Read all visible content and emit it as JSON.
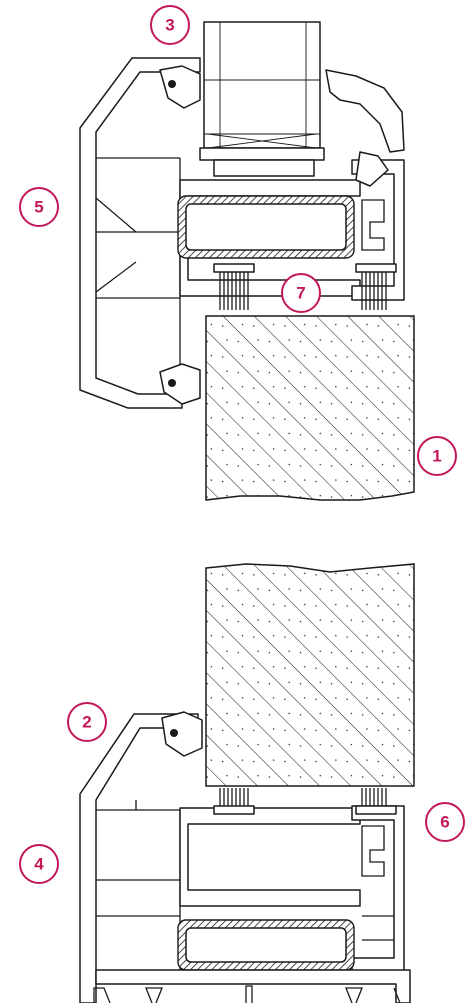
{
  "callouts": [
    {
      "id": "1",
      "label": "1"
    },
    {
      "id": "2",
      "label": "2"
    },
    {
      "id": "3",
      "label": "3"
    },
    {
      "id": "4",
      "label": "4"
    },
    {
      "id": "5",
      "label": "5"
    },
    {
      "id": "6",
      "label": "6"
    },
    {
      "id": "7",
      "label": "7"
    }
  ],
  "colors": {
    "accent": "#c2185b",
    "line": "#1a1a1a",
    "background": "#ffffff"
  }
}
